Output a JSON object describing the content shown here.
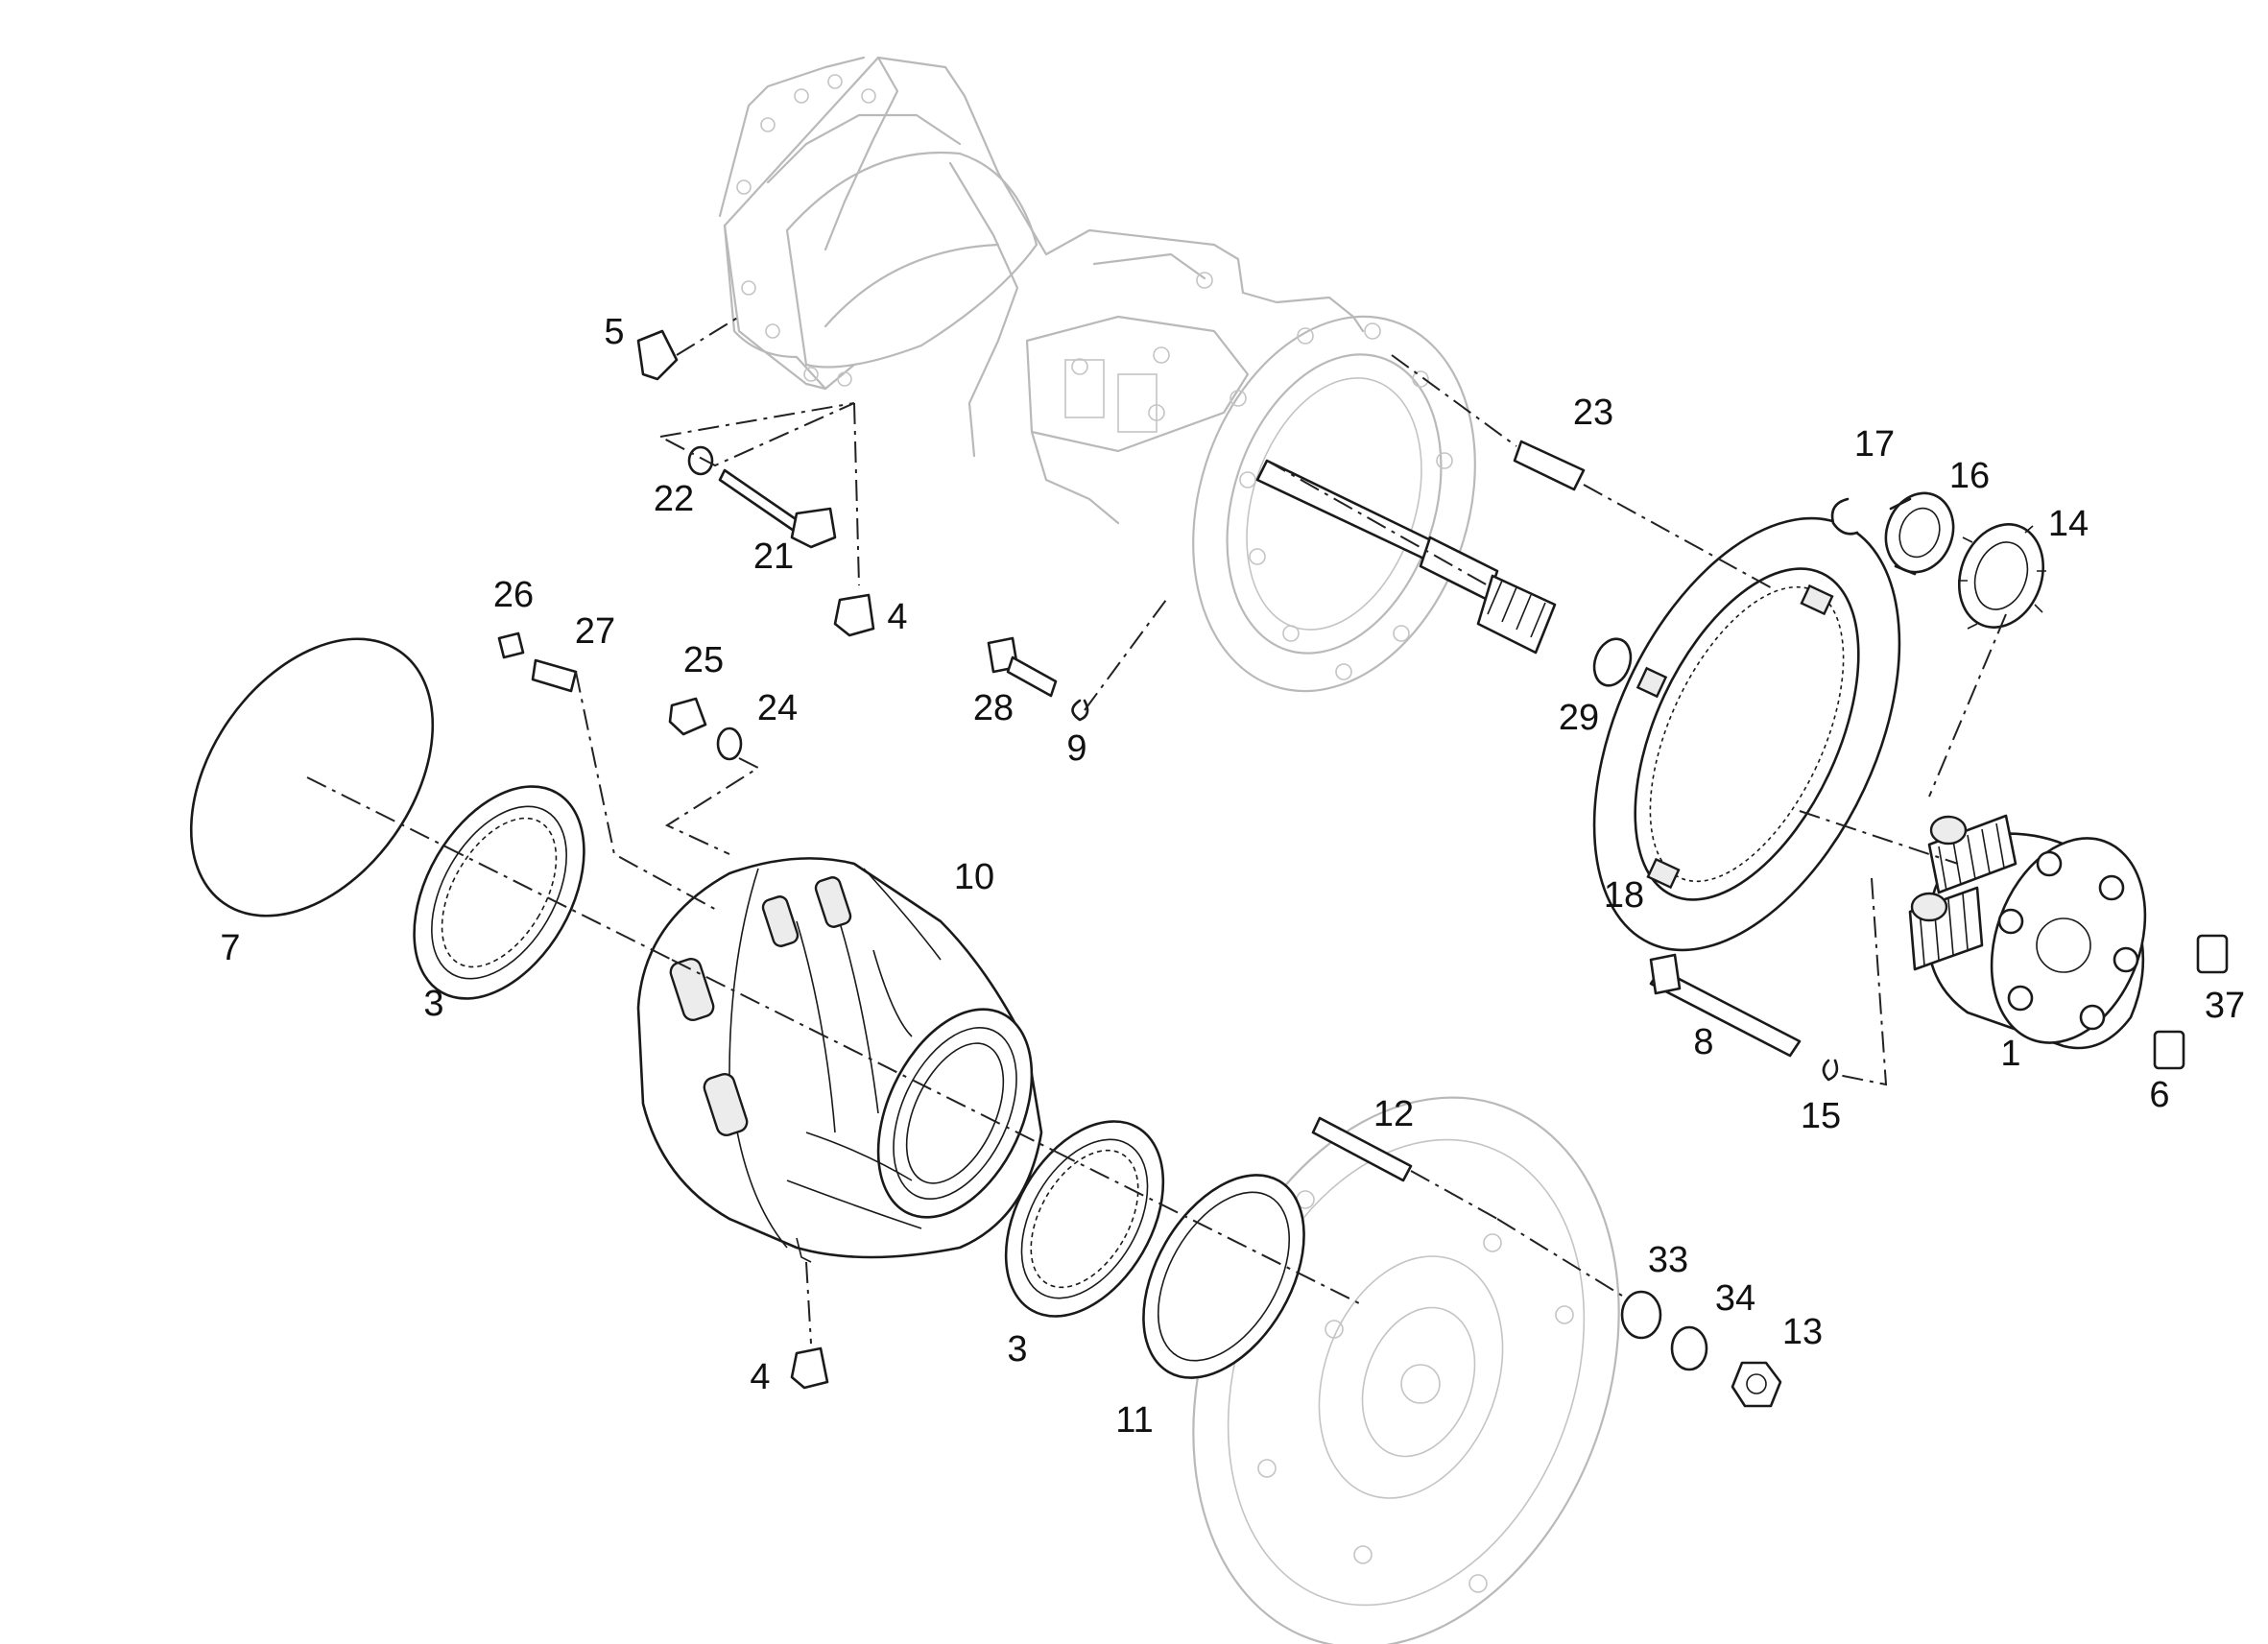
{
  "callouts": {
    "c1": "1",
    "c3a": "3",
    "c3b": "3",
    "c4a": "4",
    "c4b": "4",
    "c5": "5",
    "c6": "6",
    "c7": "7",
    "c8": "8",
    "c9": "9",
    "c10": "10",
    "c11": "11",
    "c12": "12",
    "c13": "13",
    "c14": "14",
    "c15": "15",
    "c16": "16",
    "c17": "17",
    "c18": "18",
    "c21": "21",
    "c22": "22",
    "c23": "23",
    "c24": "24",
    "c25": "25",
    "c26": "26",
    "c27": "27",
    "c28": "28",
    "c29": "29",
    "c33": "33",
    "c34": "34",
    "c37": "37"
  }
}
